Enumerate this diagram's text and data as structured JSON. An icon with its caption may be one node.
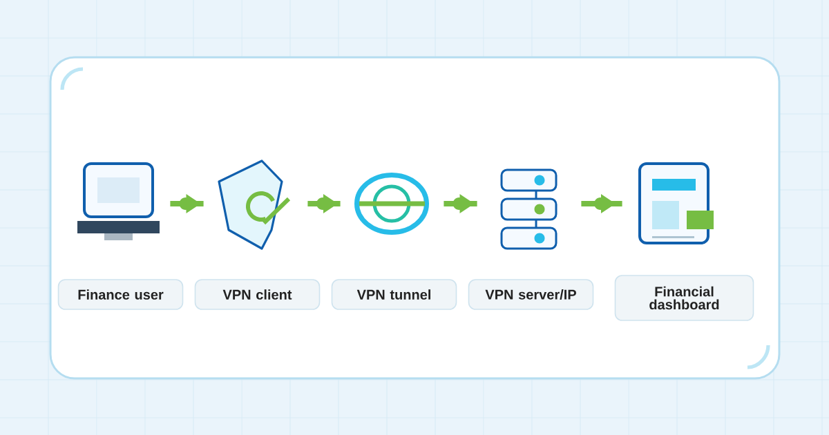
{
  "diagram": {
    "nodes": [
      {
        "text": [],
        "shape": "picture"
      },
      {
        "text": [],
        "shape": "picture"
      },
      {
        "text": [],
        "shape": "picture"
      },
      {
        "text": [],
        "shape": "picture"
      },
      {
        "text": [],
        "shape": "picture"
      },
      {
        "text": [
          "Finance user"
        ]
      },
      {
        "text": [
          "VPN client"
        ]
      },
      {
        "text": [
          "VPN tunnel"
        ]
      },
      {
        "text": [
          "VPN server/IP"
        ]
      },
      {
        "text": [
          "Financial dashboard"
        ]
      }
    ],
    "edges": [
      {
        "from": 0,
        "to": 1,
        "arrow": "to"
      },
      {
        "from": 1,
        "to": 2,
        "arrow": "to"
      },
      {
        "from": 2,
        "to": 3,
        "arrow": "to"
      },
      {
        "from": 3,
        "to": 4,
        "arrow": "to"
      }
    ]
  }
}
